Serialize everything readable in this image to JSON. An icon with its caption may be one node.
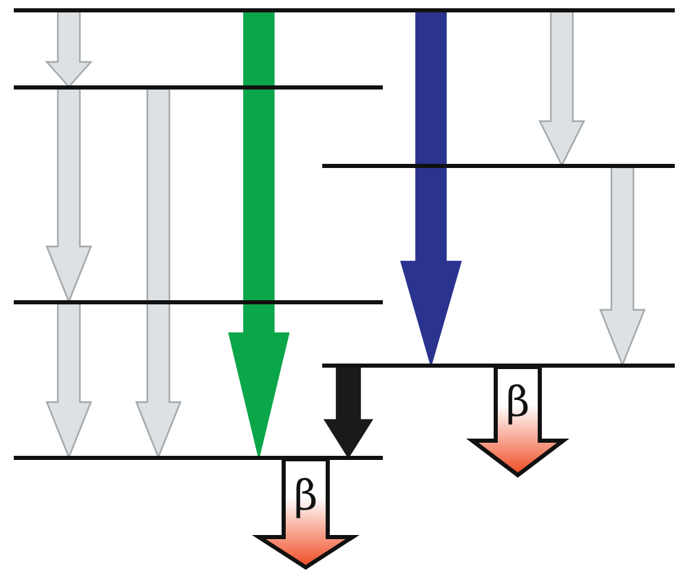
{
  "diagram": {
    "nodes": [
      {
        "text": [],
        "shape": "line"
      },
      {
        "text": [],
        "shape": "line"
      },
      {
        "text": [],
        "shape": "line"
      },
      {
        "text": [],
        "shape": "line"
      },
      {
        "text": [],
        "shape": "line"
      },
      {
        "text": [],
        "shape": "line"
      }
    ],
    "edges": [
      {
        "from": 0,
        "to": 1,
        "arrow": "to"
      },
      {
        "from": 1,
        "to": 3,
        "arrow": "to"
      },
      {
        "from": 3,
        "to": 5,
        "arrow": "to"
      },
      {
        "from": 1,
        "to": 5,
        "arrow": "to"
      },
      {
        "from": 0,
        "to": 5,
        "arrow": "to",
        "style": "thick",
        "color": "#0ca64a"
      },
      {
        "from": 0,
        "to": 4,
        "arrow": "to",
        "style": "thick",
        "color": "#2a348f"
      },
      {
        "from": 0,
        "to": 2,
        "arrow": "to"
      },
      {
        "from": 2,
        "to": 4,
        "arrow": "to"
      },
      {
        "from": 4,
        "to": 5,
        "arrow": "to",
        "color": "#1a1a1a"
      },
      {
        "from": 5,
        "to": null,
        "arrow": "to",
        "label": "β",
        "color": "#ef4a22"
      },
      {
        "from": 4,
        "to": null,
        "arrow": "to",
        "label": "β",
        "color": "#ef4a22"
      }
    ]
  }
}
